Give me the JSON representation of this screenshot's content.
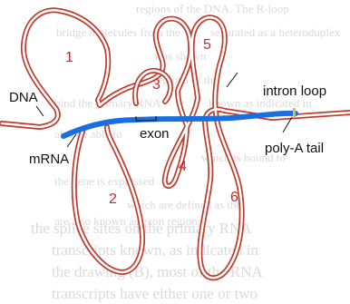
{
  "labels": {
    "dna": "DNA",
    "mrna": "mRNA",
    "exon": "exon",
    "intron_loop": "intron loop",
    "poly_a_tail": "poly-A tail"
  },
  "loop_numbers": [
    "1",
    "2",
    "3",
    "4",
    "5",
    "6"
  ],
  "background_text": [
    "regions of the DNA. The R-loop",
    "bridge molecules from the",
    "separated as a heteroduplex",
    "was shown",
    "the regions of the",
    "bind the primary RNA",
    "known as indicated in",
    "also be able to",
    "which is bound to",
    "the gene is expressed",
    "which are defined as the",
    "are also known as exon regions",
    "the splice sites on the primary RNA",
    "transcripts known, as indicated in",
    "the drawing (B), most of the RNA",
    "transcripts have either one or two"
  ],
  "colors": {
    "dna": "#c0392b",
    "mrna": "#1a6fe0",
    "label_text": "#111111",
    "loop_number": "#d2232a",
    "background_text": "#a9a9a9",
    "tail_mark": "#e5c02a"
  }
}
